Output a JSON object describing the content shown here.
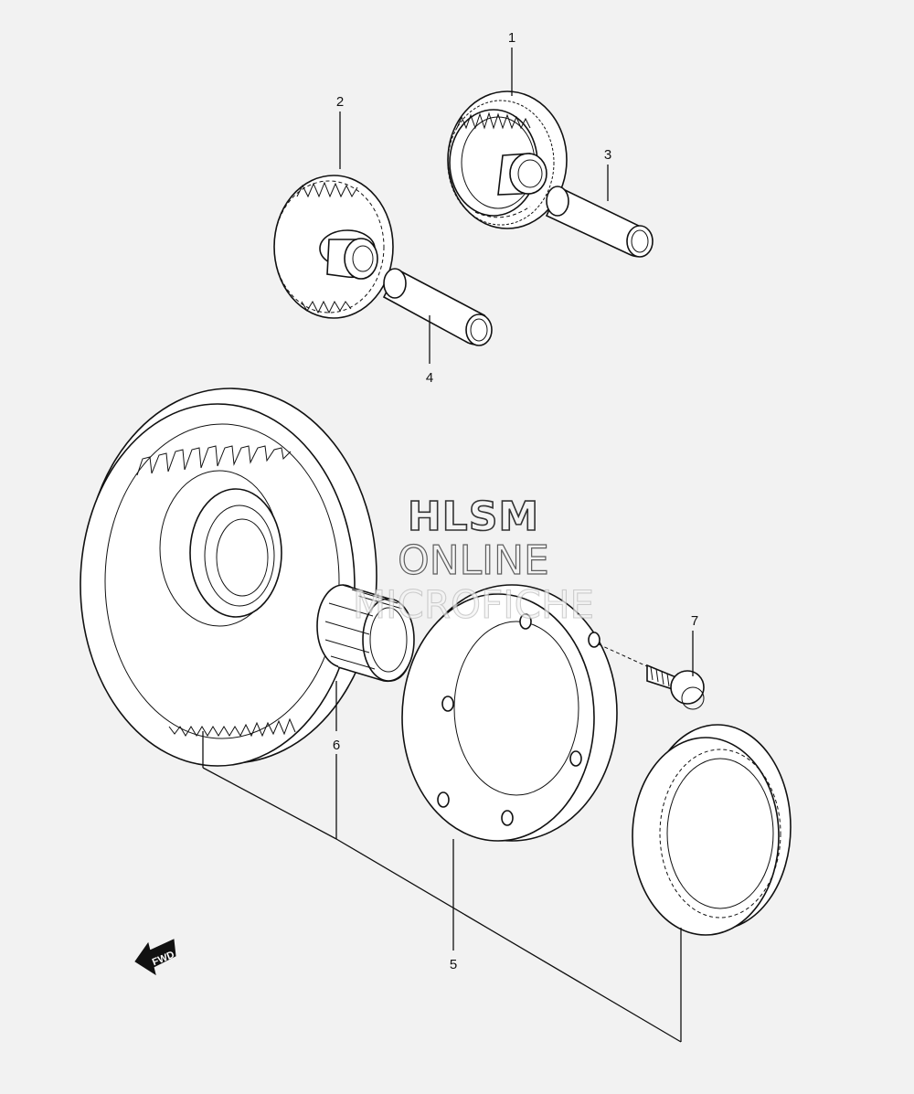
{
  "diagram": {
    "callouts": [
      "1",
      "2",
      "3",
      "4",
      "5",
      "6",
      "7"
    ],
    "watermark": {
      "line1": "HLSM",
      "line2": "ONLINE",
      "line3": "MICROFICHE"
    },
    "direction_label": "FWD",
    "colors": {
      "background": "#f2f2f2",
      "line": "#111111"
    }
  }
}
